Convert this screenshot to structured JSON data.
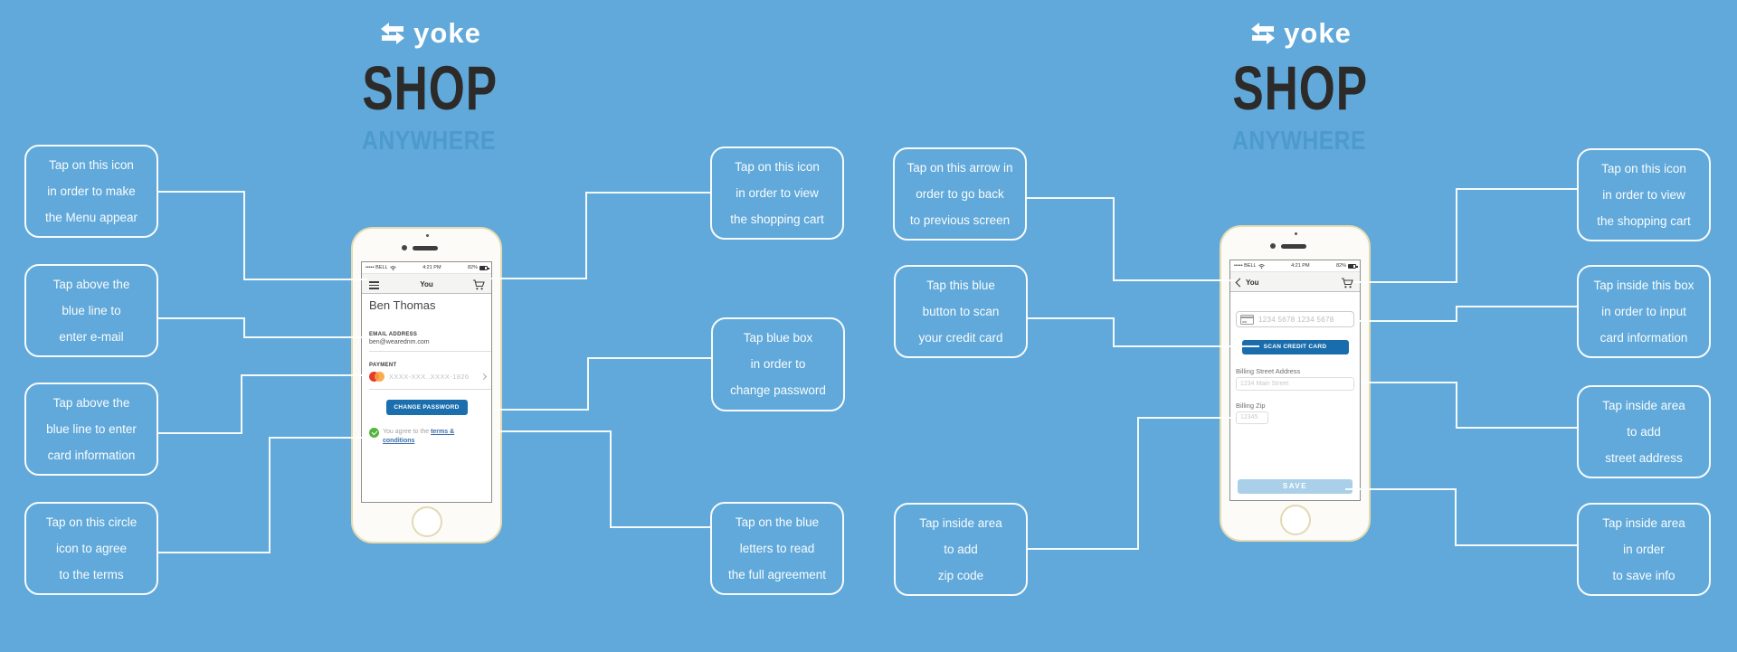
{
  "colors": {
    "background": "#61a9da",
    "connector_line": "#fdfeff",
    "button_blue": "#1c6fae",
    "save_blue": "#a9cfe9",
    "link_blue": "#3b6fa9",
    "check_green": "#55b43e",
    "mastercard_red": "#e8392e",
    "mastercard_orange": "#f9a13a",
    "shop_dark": "#2c2b2a",
    "anywhere_blue": "#4d9acd"
  },
  "logo": {
    "brand": "yoke",
    "title": "SHOP",
    "subtitle": "ANYWHERE"
  },
  "annotations": [
    {
      "lines": [
        "Tap on this icon",
        "in order to make",
        "the Menu appear"
      ]
    },
    {
      "lines": [
        "Tap above the",
        "blue line to",
        "enter e-mail"
      ]
    },
    {
      "lines": [
        "Tap above the",
        "blue line to enter",
        "card information"
      ]
    },
    {
      "lines": [
        "Tap on this circle",
        "icon to agree",
        "to the terms"
      ]
    },
    {
      "lines": [
        "Tap on this icon",
        "in order to view",
        "the shopping cart"
      ]
    },
    {
      "lines": [
        "Tap blue box",
        "in order to",
        "change password"
      ]
    },
    {
      "lines": [
        "Tap on the blue",
        "letters to read",
        "the full agreement"
      ]
    },
    {
      "lines": [
        "Tap on this arrow in",
        "order to go back",
        "to previous screen"
      ]
    },
    {
      "lines": [
        "Tap this blue",
        "button to scan",
        "your credit card"
      ]
    },
    {
      "lines": [
        "Tap inside area",
        "to add",
        "zip code"
      ]
    },
    {
      "lines": [
        "Tap on this icon",
        "in order to view",
        "the shopping cart"
      ]
    },
    {
      "lines": [
        "Tap inside this box",
        "in order to input",
        "card information"
      ]
    },
    {
      "lines": [
        "Tap inside area",
        "to add",
        "street address"
      ]
    },
    {
      "lines": [
        "Tap inside area",
        "in order",
        "to save info"
      ]
    }
  ],
  "phone_account": {
    "status": {
      "carrier": "••••• BELL",
      "time": "4:21 PM",
      "battery": "82%"
    },
    "nav_title": "You",
    "profile_name": "Ben Thomas",
    "email_label": "EMAIL ADDRESS",
    "email_value": "ben@wearednm.com",
    "payment_label": "PAYMENT",
    "payment_value": "XXXX-XXX..XXXX-1826",
    "change_password_label": "CHANGE PASSWORD",
    "terms_prefix": "You agree to the ",
    "terms_link": "terms & conditions"
  },
  "phone_card": {
    "status": {
      "carrier": "••••• BELL",
      "time": "4:21 PM",
      "battery": "82%"
    },
    "nav_title": "You",
    "card_placeholder": "1234 5678 1234 5678",
    "scan_button_label": "SCAN CREDIT CARD",
    "street_label": "Billing Street Address",
    "street_placeholder": "1234 Main Street",
    "zip_label": "Billing Zip",
    "zip_placeholder": "12345",
    "save_label": "SAVE"
  }
}
